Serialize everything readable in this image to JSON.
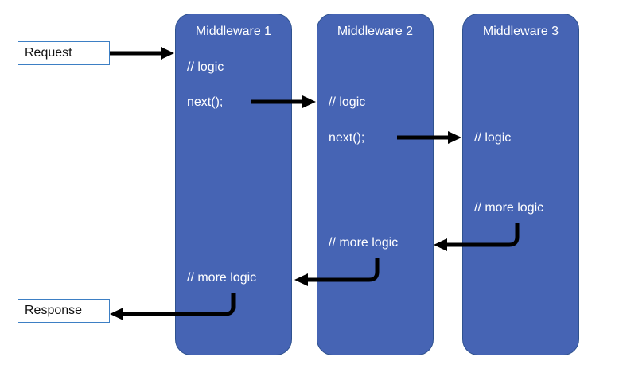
{
  "colors": {
    "panel_fill": "#4664b4",
    "panel_border": "#2f528f",
    "box_border": "#3d7fc4",
    "arrow": "#000000",
    "text_on_panel": "#ffffff"
  },
  "request": {
    "label": "Request"
  },
  "response": {
    "label": "Response"
  },
  "middlewares": [
    {
      "title": "Middleware 1",
      "logic": "// logic",
      "next": "next();",
      "more_logic": "// more logic"
    },
    {
      "title": "Middleware 2",
      "logic": "// logic",
      "next": "next();",
      "more_logic": "// more logic"
    },
    {
      "title": "Middleware 3",
      "logic": "// logic",
      "more_logic": "// more logic"
    }
  ]
}
